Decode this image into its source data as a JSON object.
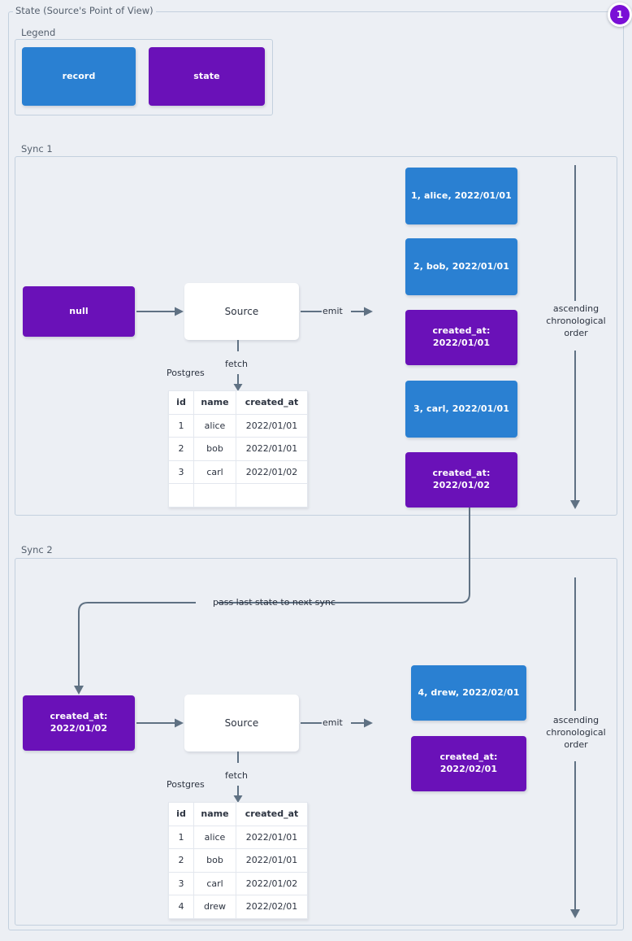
{
  "page": {
    "title": "State (Source's Point of View)",
    "badge": "1",
    "colors": {
      "record": "#2a80d2",
      "state": "#6a11b8",
      "background": "#eceff4",
      "border": "#c3d0de",
      "connector": "#5f7183",
      "badge": "#7a0fd6"
    }
  },
  "legend": {
    "title": "Legend",
    "items": [
      {
        "label": "record",
        "kind": "record"
      },
      {
        "label": "state",
        "kind": "state"
      }
    ]
  },
  "sync1": {
    "title": "Sync 1",
    "input_state": "null",
    "source_label": "Source",
    "fetch_label": "fetch",
    "emit_label": "emit",
    "db_label": "Postgres",
    "order_label": "ascending\nchronological\norder",
    "order_line1": "ascending",
    "order_line2": "chronological",
    "order_line3": "order",
    "table": {
      "columns": [
        "id",
        "name",
        "created_at"
      ],
      "rows": [
        [
          "1",
          "alice",
          "2022/01/01"
        ],
        [
          "2",
          "bob",
          "2022/01/01"
        ],
        [
          "3",
          "carl",
          "2022/01/02"
        ],
        [
          "",
          "",
          ""
        ]
      ]
    },
    "emitted": [
      {
        "kind": "record",
        "line1": "1, alice, 2022/01/01",
        "line2": ""
      },
      {
        "kind": "record",
        "line1": "2, bob, 2022/01/01",
        "line2": ""
      },
      {
        "kind": "state",
        "line1": "created_at:",
        "line2": "2022/01/01"
      },
      {
        "kind": "record",
        "line1": "3, carl, 2022/01/01",
        "line2": ""
      },
      {
        "kind": "state",
        "line1": "created_at:",
        "line2": "2022/01/02"
      }
    ]
  },
  "transition": {
    "label": "pass last state to next sync"
  },
  "sync2": {
    "title": "Sync 2",
    "input_state_line1": "created_at:",
    "input_state_line2": "2022/01/02",
    "source_label": "Source",
    "fetch_label": "fetch",
    "emit_label": "emit",
    "db_label": "Postgres",
    "order_line1": "ascending",
    "order_line2": "chronological",
    "order_line3": "order",
    "table": {
      "columns": [
        "id",
        "name",
        "created_at"
      ],
      "rows": [
        [
          "1",
          "alice",
          "2022/01/01"
        ],
        [
          "2",
          "bob",
          "2022/01/01"
        ],
        [
          "3",
          "carl",
          "2022/01/02"
        ],
        [
          "4",
          "drew",
          "2022/02/01"
        ]
      ]
    },
    "emitted": [
      {
        "kind": "record",
        "line1": "4, drew, 2022/02/01",
        "line2": ""
      },
      {
        "kind": "state",
        "line1": "created_at:",
        "line2": "2022/02/01"
      }
    ]
  }
}
